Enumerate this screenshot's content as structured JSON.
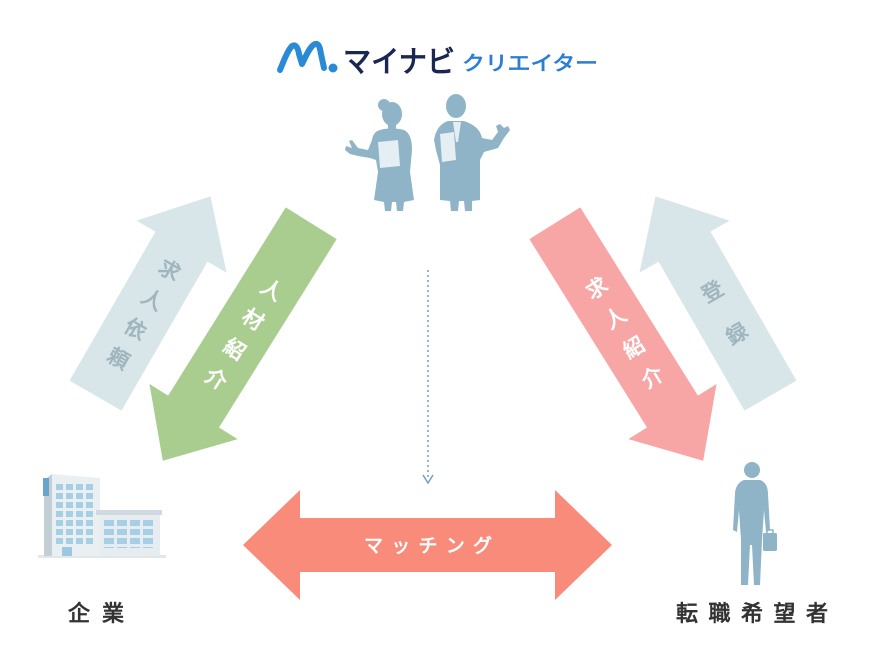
{
  "logo": {
    "brand": "マイナビ",
    "product": "クリエイター"
  },
  "flows": {
    "job_request": "求人依頼",
    "talent_introduction": "人材紹介",
    "job_introduction": "求人紹介",
    "registration": "登録",
    "matching": "マッチング"
  },
  "parties": {
    "company": "企業",
    "job_seeker": "転職希望者"
  },
  "icons": {
    "logo_mark": "mynavi-mark-icon",
    "agents": "career-advisors-icon",
    "company": "office-building-icon",
    "job_seeker": "businessman-icon",
    "flow_direction": "dotted-down-arrow-icon"
  },
  "colors": {
    "request_arrow": "#d8e5e9",
    "talent_arrow": "#a9cd8f",
    "job_arrow": "#f8a5a5",
    "matching_arrow": "#f98b7a",
    "silhouette": "#8fb3c7",
    "paper": "#e4eef3",
    "dotted_line": "#6f9fc0",
    "brand_mark": "#2b8ad6"
  }
}
